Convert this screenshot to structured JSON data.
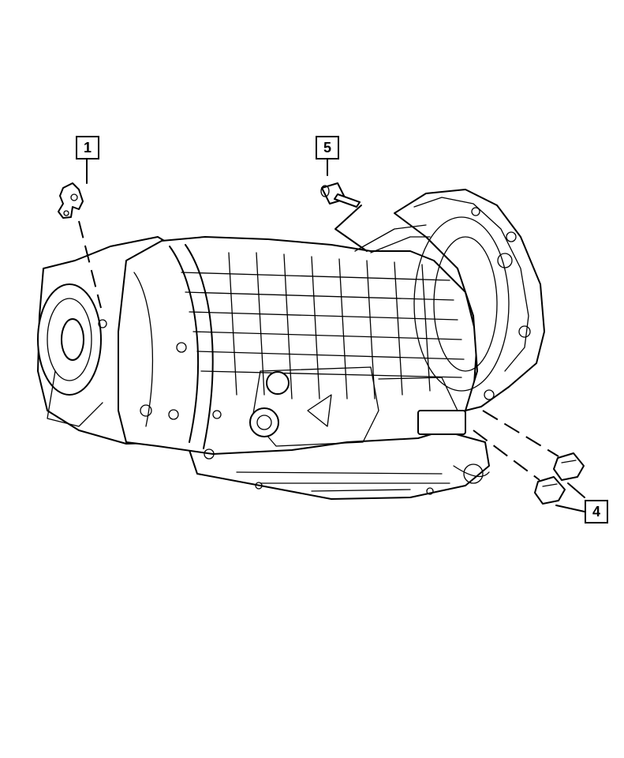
{
  "callouts": [
    {
      "number": "1"
    },
    {
      "number": "5"
    },
    {
      "number": "4"
    }
  ]
}
